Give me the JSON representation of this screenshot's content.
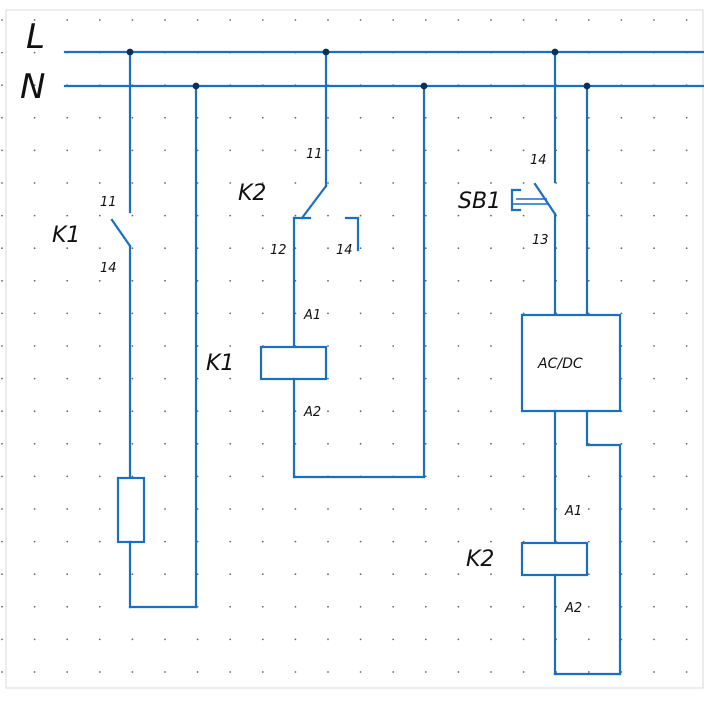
{
  "rails": {
    "line": "L",
    "neutral": "N"
  },
  "k1_contact": {
    "label": "K1",
    "pin_top": "11",
    "pin_bottom": "14"
  },
  "k2_contact": {
    "label": "K2",
    "pin_top": "11",
    "pin_nc": "12",
    "pin_no": "14"
  },
  "k1_coil": {
    "label": "K1",
    "pin_a1": "A1",
    "pin_a2": "A2"
  },
  "sb1_button": {
    "label": "SB1",
    "pin_top": "14",
    "pin_bottom": "13"
  },
  "supply_module": {
    "label": "AC/DC"
  },
  "k2_coil": {
    "label": "K2",
    "pin_a1": "A1",
    "pin_a2": "A2"
  },
  "colors": {
    "wire": "#1a6fc0",
    "junction": "#0b2f55",
    "grid_dot": "#6a6a6a"
  }
}
